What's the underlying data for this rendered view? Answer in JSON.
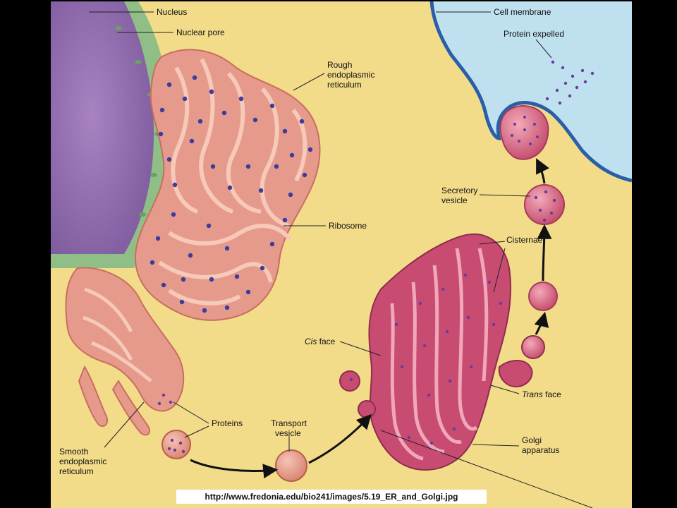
{
  "labels": {
    "nucleus": "Nucleus",
    "nuclear_pore": "Nuclear pore",
    "rough_er_1": "Rough",
    "rough_er_2": "endoplasmic",
    "rough_er_3": "reticulum",
    "ribosome": "Ribosome",
    "smooth_er_1": "Smooth",
    "smooth_er_2": "endoplasmic",
    "smooth_er_3": "reticulum",
    "proteins": "Proteins",
    "transport_vesicle_1": "Transport",
    "transport_vesicle_2": "vesicle",
    "cis_face_italic": "Cis",
    "cis_face_rest": " face",
    "trans_face_italic": "Trans",
    "trans_face_rest": " face",
    "golgi_1": "Golgi",
    "golgi_2": "apparatus",
    "cisternae": "Cisternae",
    "secretory_vesicle_1": "Secretory",
    "secretory_vesicle_2": "vesicle",
    "cell_membrane": "Cell membrane",
    "protein_expelled": "Protein expelled"
  },
  "source_url": "http://www.fredonia.edu/bio241/images/5.19_ER_and_Golgi.jpg",
  "colors": {
    "cytoplasm": "#f2dc8a",
    "extracellular": "#bfe0ee",
    "membrane": "#2a5fa8",
    "nuclear_envelope": "#8fbf86",
    "nucleus": "#9a74b4",
    "er": "#e69a8c",
    "er_lumen": "#f7c9b8",
    "golgi": "#c84c72",
    "golgi_lumen": "#f1a7ba",
    "ribosome": "#3a3d9c",
    "protein": "#6a3aa0"
  }
}
